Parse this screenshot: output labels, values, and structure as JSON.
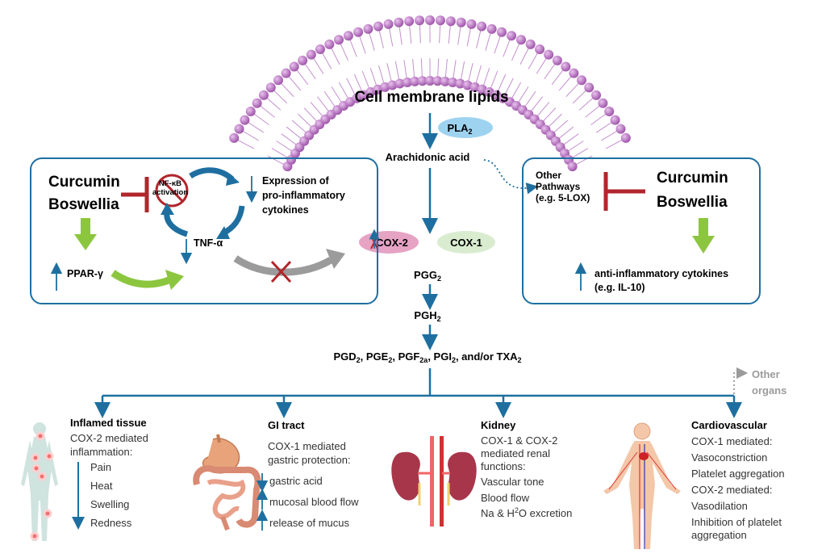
{
  "membrane": {
    "title": "Cell membrane lipids"
  },
  "enzymes": {
    "pla2": "PLA",
    "pla2_sub": "2",
    "cox2": "COX-2",
    "cox1": "COX-1"
  },
  "pathway": {
    "arachidonic": "Arachidonic acid",
    "pgg2": "PGG",
    "pgg2_sub": "2",
    "pgh2": "PGH",
    "pgh2_sub": "2",
    "products": [
      "PGD",
      "2",
      ", PGE",
      "2",
      ", PGF",
      "2a",
      ", PGI",
      "2",
      ", and/or TXA",
      "2"
    ]
  },
  "left_box": {
    "herb1": "Curcumin",
    "herb2": "Boswellia",
    "nfkb1": "NF-κB",
    "nfkb2": "activation",
    "expression": [
      "Expression of",
      "pro-inflammatory",
      "cytokines"
    ],
    "tnf": "TNF-α",
    "ppar": "PPAR-γ"
  },
  "right_box": {
    "other": [
      "Other",
      "Pathways",
      "(e.g. 5-LOX)"
    ],
    "herb1": "Curcumin",
    "herb2": "Boswellia",
    "anti": "anti-inflammatory cytokines",
    "anti_eg": "(e.g. IL-10)"
  },
  "other_organs": [
    "Other",
    "organs"
  ],
  "organs": {
    "inflamed": {
      "title": "Inflamed tissue",
      "desc": [
        "COX-2 mediated",
        "inflammation:"
      ],
      "items": [
        "Pain",
        "Heat",
        "Swelling",
        "Redness"
      ]
    },
    "gi": {
      "title": "GI tract",
      "desc": [
        "COX-1 mediated",
        "gastric protection:"
      ],
      "items": [
        "gastric acid",
        "mucosal blood flow",
        "release of mucus"
      ]
    },
    "kidney": {
      "title": "Kidney",
      "desc": [
        "COX-1 & COX-2",
        "mediated renal",
        "functions:"
      ],
      "items": [
        "Vascular tone",
        "Blood flow"
      ],
      "excretion": [
        "Na & H",
        "2",
        "O excretion"
      ]
    },
    "cardio": {
      "title": "Cardiovascular",
      "lines": [
        "COX-1 mediated:",
        "Vasoconstriction",
        "Platelet aggregation",
        "COX-2 mediated:",
        "Vasodilation",
        "Inhibition of platelet",
        "aggregation"
      ]
    }
  },
  "colors": {
    "blue": "#1e6fa0",
    "box": "#1e6fa0",
    "green": "#8cc63f",
    "red": "#b1262c",
    "gray": "#9b9b9b",
    "pink": "#e6a3c4",
    "lightblue": "#9ed3f0",
    "lightgreen": "#d9ecd0"
  }
}
